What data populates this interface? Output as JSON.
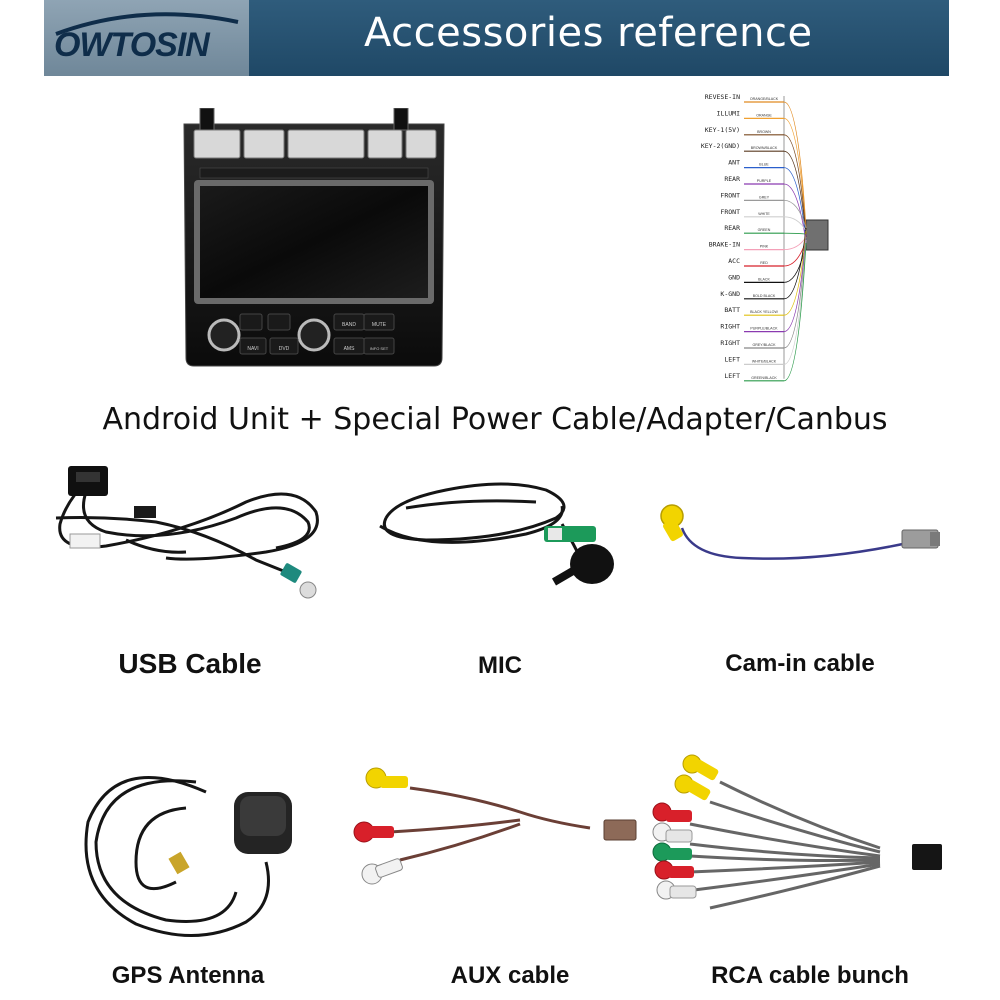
{
  "header": {
    "brand": "OWTOSIN",
    "title": "Accessories reference"
  },
  "wiring": {
    "labels": [
      "REVESE-IN",
      "ILLUMI",
      "KEY-1(5V)",
      "KEY-2(GND)",
      "ANT",
      "REAR",
      "FRONT",
      "FRONT",
      "REAR",
      "BRAKE-IN",
      "ACC",
      "GND",
      "K-GND",
      "BATT",
      "RIGHT",
      "RIGHT",
      "LEFT",
      "LEFT"
    ],
    "wire_labels": [
      "ORANGE/BLACK",
      "ORANGE",
      "BROWN",
      "BROWN/BLACK",
      "BLUE",
      "PURPLE",
      "GREY",
      "WHITE",
      "GREEN",
      "PINK",
      "RED",
      "BLACK",
      "BOLD BLACK",
      "BLACK YELLOW",
      "PURPLE/BLACK",
      "GREY/BLACK",
      "WHITE/BLACK",
      "GREEN/BLACK"
    ]
  },
  "unit_buttons": [
    "BAND",
    "MUTE",
    "NAVI",
    "DVD",
    "AMS",
    "INFO SET"
  ],
  "main_caption": "Android Unit + Special Power Cable/Adapter/Canbus",
  "items": {
    "usb": "USB Cable",
    "mic": "MIC",
    "camin": "Cam-in cable",
    "gps": "GPS Antenna",
    "aux": "AUX cable",
    "rca": "RCA cable bunch"
  },
  "colors": {
    "header_bg": "#2a5575",
    "rca_yellow": "#f2d400",
    "rca_red": "#d8202a",
    "rca_white": "#f2f2f2",
    "rca_green": "#1c9a5a",
    "teal_plug": "#1e8a7e"
  }
}
